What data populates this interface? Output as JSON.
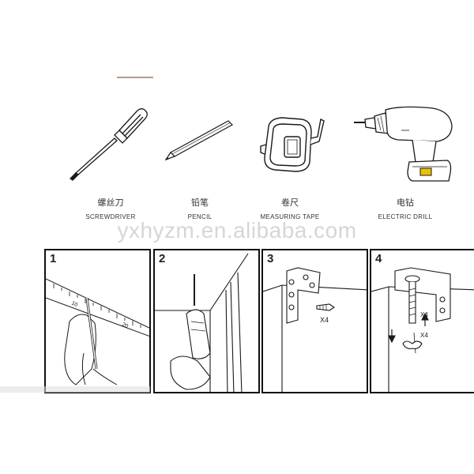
{
  "tools": [
    {
      "cn": "螺丝刀",
      "en": "SCREWDRIVER",
      "icon": "screwdriver-icon"
    },
    {
      "cn": "铅笔",
      "en": "PENCIL",
      "icon": "pencil-icon"
    },
    {
      "cn": "卷尺",
      "en": "MEASURING TAPE",
      "icon": "measuring-tape-icon"
    },
    {
      "cn": "电钻",
      "en": "ELECTRIC DRILL",
      "icon": "electric-drill-icon"
    }
  ],
  "watermark": "yxhyzm.en.alibaba.com",
  "steps": [
    {
      "number": "1",
      "scale_labels": [
        "10",
        "20"
      ]
    },
    {
      "number": "2"
    },
    {
      "number": "3",
      "callout": "X4"
    },
    {
      "number": "4",
      "callouts": [
        "X4",
        "X4"
      ]
    }
  ],
  "colors": {
    "line": "#1a1a1a",
    "accent": "#b59a8a",
    "watermark": "#b4b4b4"
  }
}
